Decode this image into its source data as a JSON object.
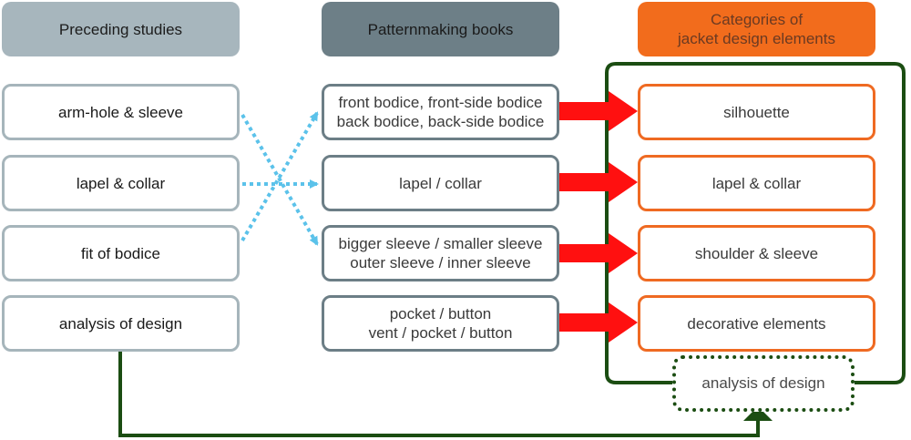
{
  "headers": {
    "preceding": "Preceding studies",
    "patternmaking": "Patternmaking books",
    "categories": "Categories of\njacket design elements"
  },
  "preceding_studies": [
    "arm-hole & sleeve",
    "lapel & collar",
    "fit of bodice",
    "analysis of design"
  ],
  "patternmaking_books": [
    "front bodice, front-side bodice\nback bodice, back-side bodice",
    "lapel / collar",
    "bigger sleeve / smaller sleeve\nouter sleeve / inner sleeve",
    "pocket / button\nvent / pocket / button"
  ],
  "categories": [
    "silhouette",
    "lapel & collar",
    "shoulder & sleeve",
    "decorative elements"
  ],
  "feedback": {
    "label": "analysis of design"
  },
  "connections": {
    "dotted_blue": [
      {
        "from": "arm-hole & sleeve",
        "to": "bigger sleeve / smaller sleeve"
      },
      {
        "from": "lapel & collar",
        "to": "lapel / collar"
      },
      {
        "from": "fit of bodice",
        "to": "front bodice, front-side bodice"
      }
    ],
    "red_arrows": [
      {
        "from": "front bodice",
        "to": "silhouette"
      },
      {
        "from": "lapel / collar",
        "to": "lapel & collar"
      },
      {
        "from": "bigger sleeve",
        "to": "shoulder & sleeve"
      },
      {
        "from": "pocket / button",
        "to": "decorative elements"
      }
    ],
    "green_line": {
      "from": "analysis of design (preceding studies)",
      "to": "analysis of design (categories)"
    }
  },
  "colors": {
    "preceding": "#a7b6bd",
    "patternmaking": "#6d7f87",
    "categories": "#f26c1c",
    "dotted_arrow": "#5bc2ea",
    "red_arrow": "#ff1010",
    "green_line": "#1b4d12"
  }
}
